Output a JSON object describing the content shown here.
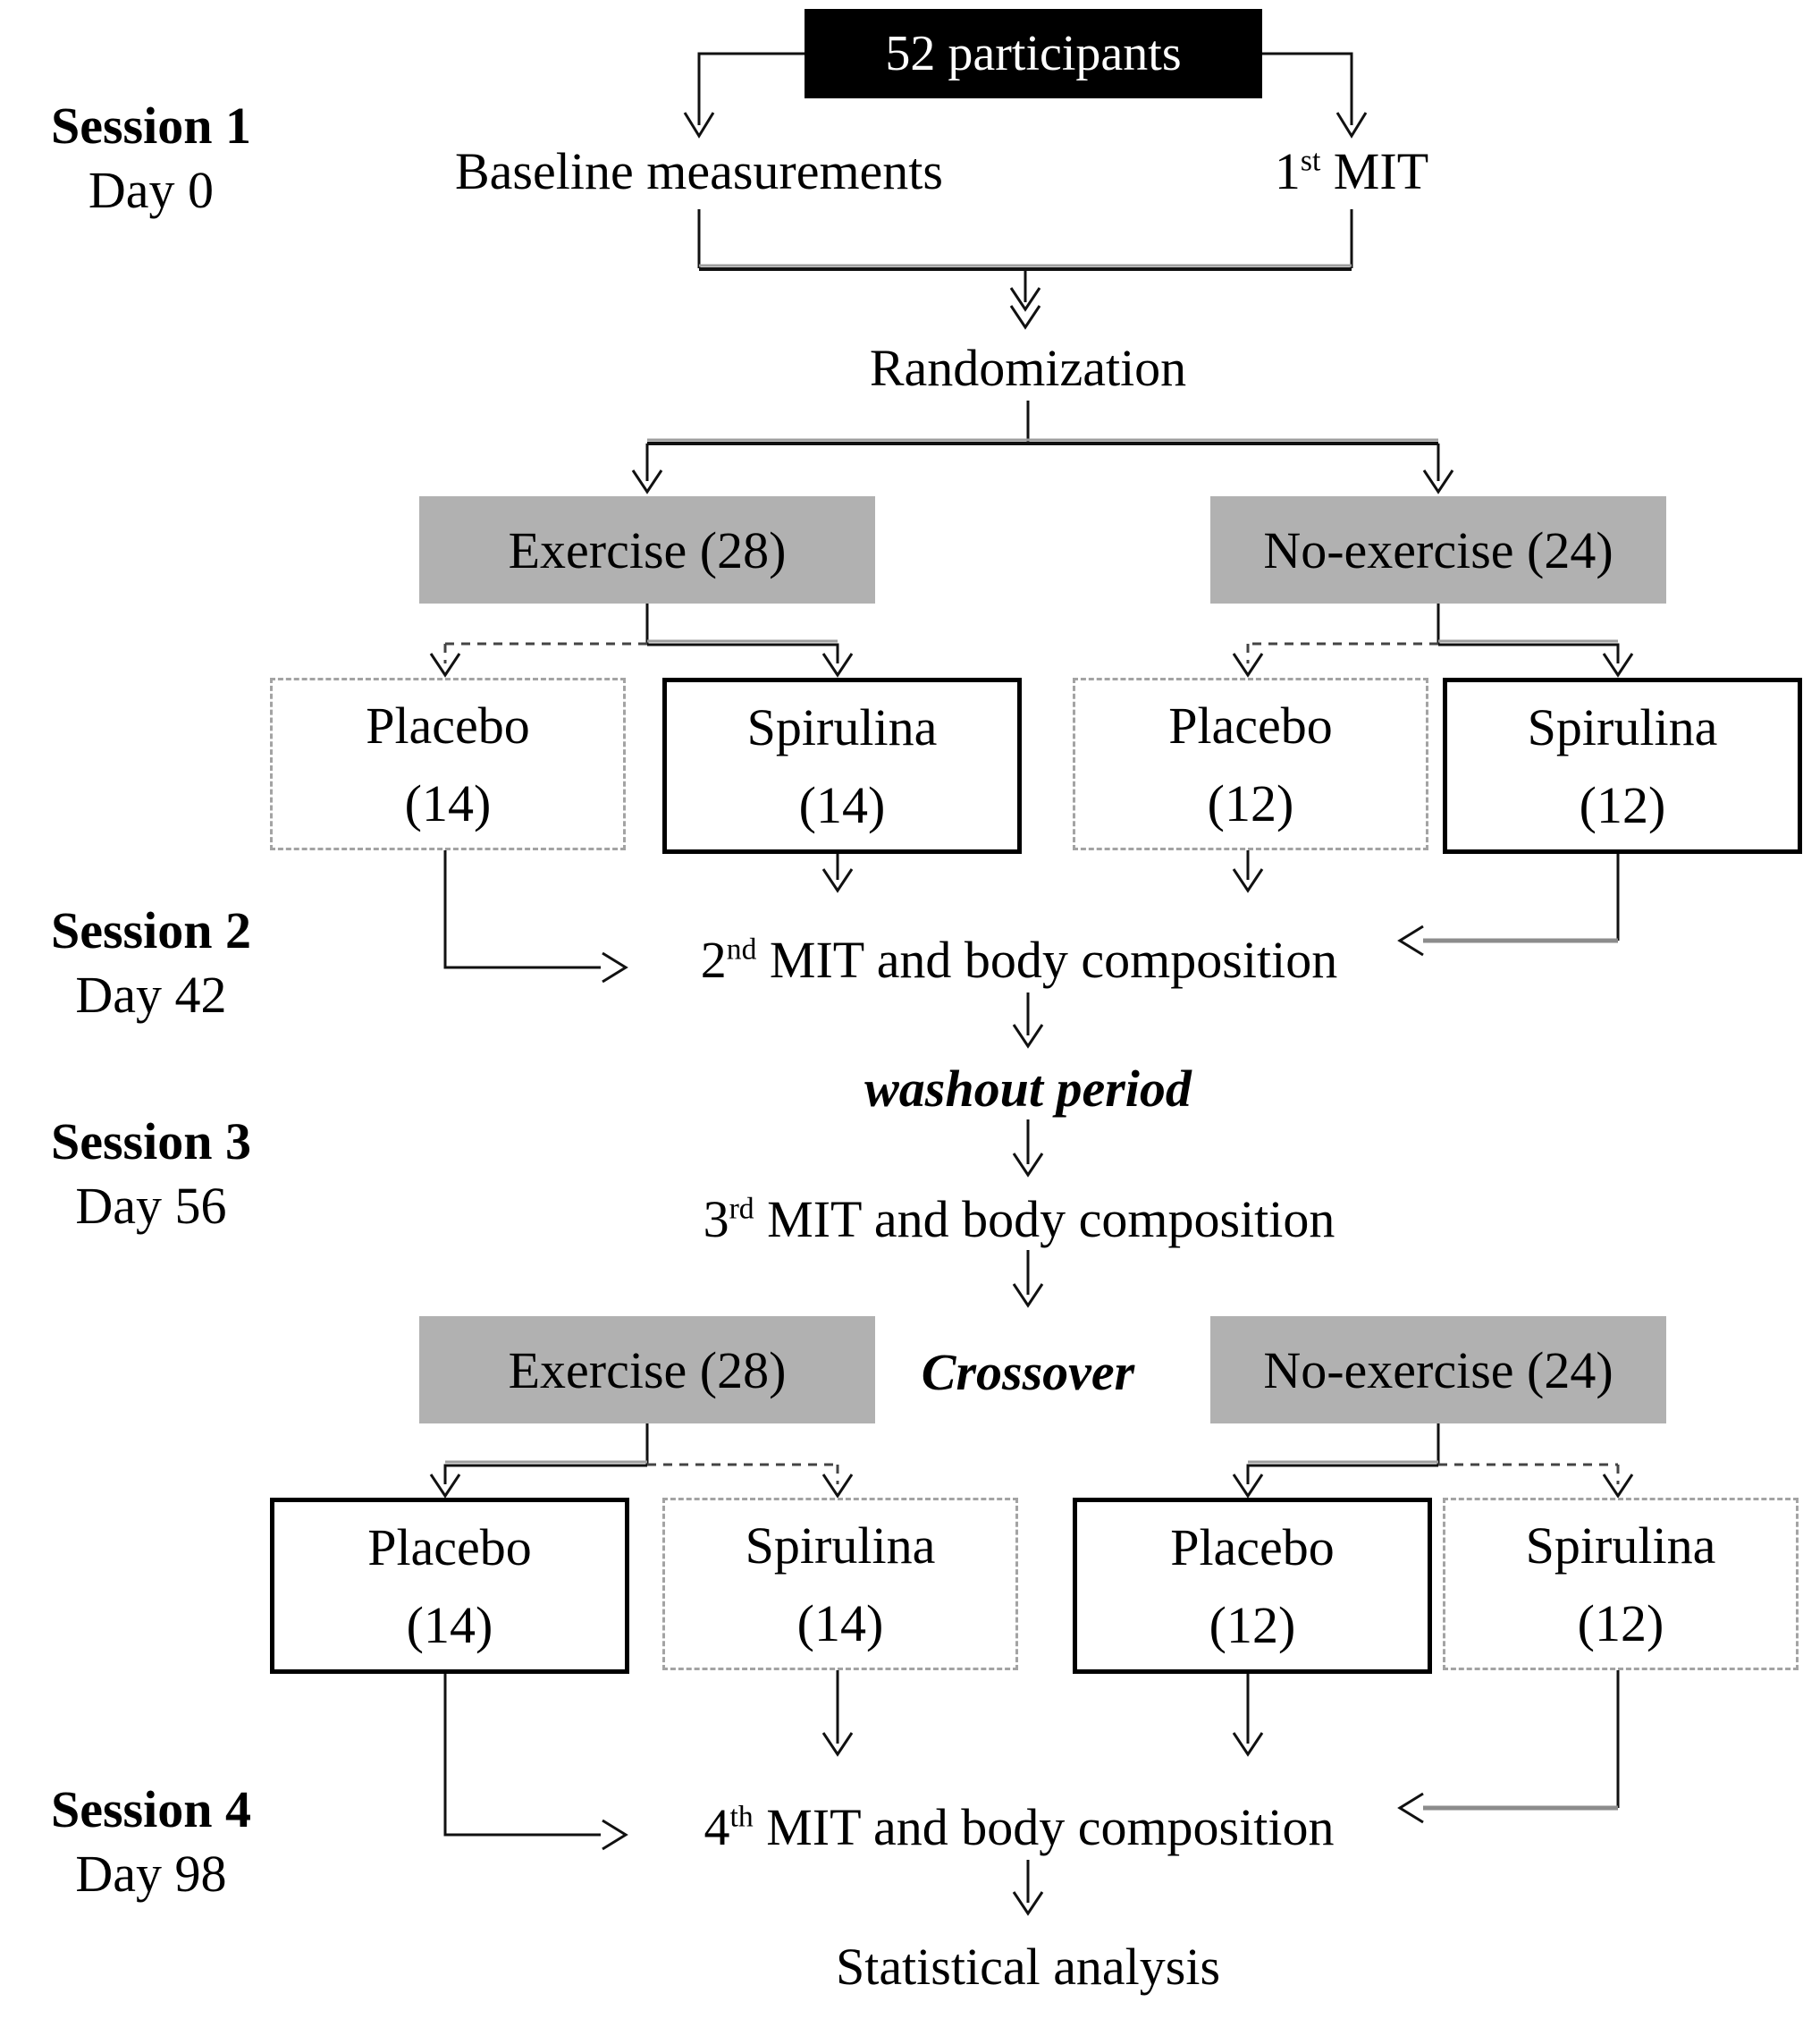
{
  "participants_box": {
    "label": "52 participants"
  },
  "sessions": [
    {
      "name": "Session 1",
      "day": "Day 0"
    },
    {
      "name": "Session 2",
      "day": "Day 42"
    },
    {
      "name": "Session 3",
      "day": "Day 56"
    },
    {
      "name": "Session 4",
      "day": "Day 98"
    }
  ],
  "top": {
    "baseline": "Baseline measurements",
    "first_mit": {
      "num": "1",
      "sup": "st",
      "rest": " MIT"
    }
  },
  "randomization_label": "Randomization",
  "arms_initial": [
    {
      "label": "Exercise (28)"
    },
    {
      "label": "No-exercise (24)"
    }
  ],
  "row1": [
    {
      "name": "Placebo",
      "count": "(14)",
      "border": "dashed"
    },
    {
      "name": "Spirulina",
      "count": "(14)",
      "border": "solid"
    },
    {
      "name": "Placebo",
      "count": "(12)",
      "border": "dashed"
    },
    {
      "name": "Spirulina",
      "count": "(12)",
      "border": "solid"
    }
  ],
  "milestones": {
    "second_mit": {
      "num": "2",
      "sup": "nd",
      "rest": " MIT and body composition"
    },
    "washout": "washout period",
    "third_mit": {
      "num": "3",
      "sup": "rd",
      "rest": " MIT and body composition"
    },
    "crossover": "Crossover",
    "fourth_mit": {
      "num": "4",
      "sup": "th",
      "rest": " MIT and body composition"
    },
    "statistical": "Statistical analysis"
  },
  "arms_crossover": [
    {
      "label": "Exercise (28)"
    },
    {
      "label": "No-exercise (24)"
    }
  ],
  "row2": [
    {
      "name": "Placebo",
      "count": "(14)",
      "border": "solid"
    },
    {
      "name": "Spirulina",
      "count": "(14)",
      "border": "dashed"
    },
    {
      "name": "Placebo",
      "count": "(12)",
      "border": "solid"
    },
    {
      "name": "Spirulina",
      "count": "(12)",
      "border": "dashed"
    }
  ],
  "colors": {
    "participants_box_bg": "#000000",
    "participants_box_text": "#ffffff",
    "arm_box_bg": "#b1b1b1",
    "line": "#111111",
    "gray_line": "#8c8c8c",
    "dashed_border": "#a3a3a3",
    "text": "#000000"
  }
}
